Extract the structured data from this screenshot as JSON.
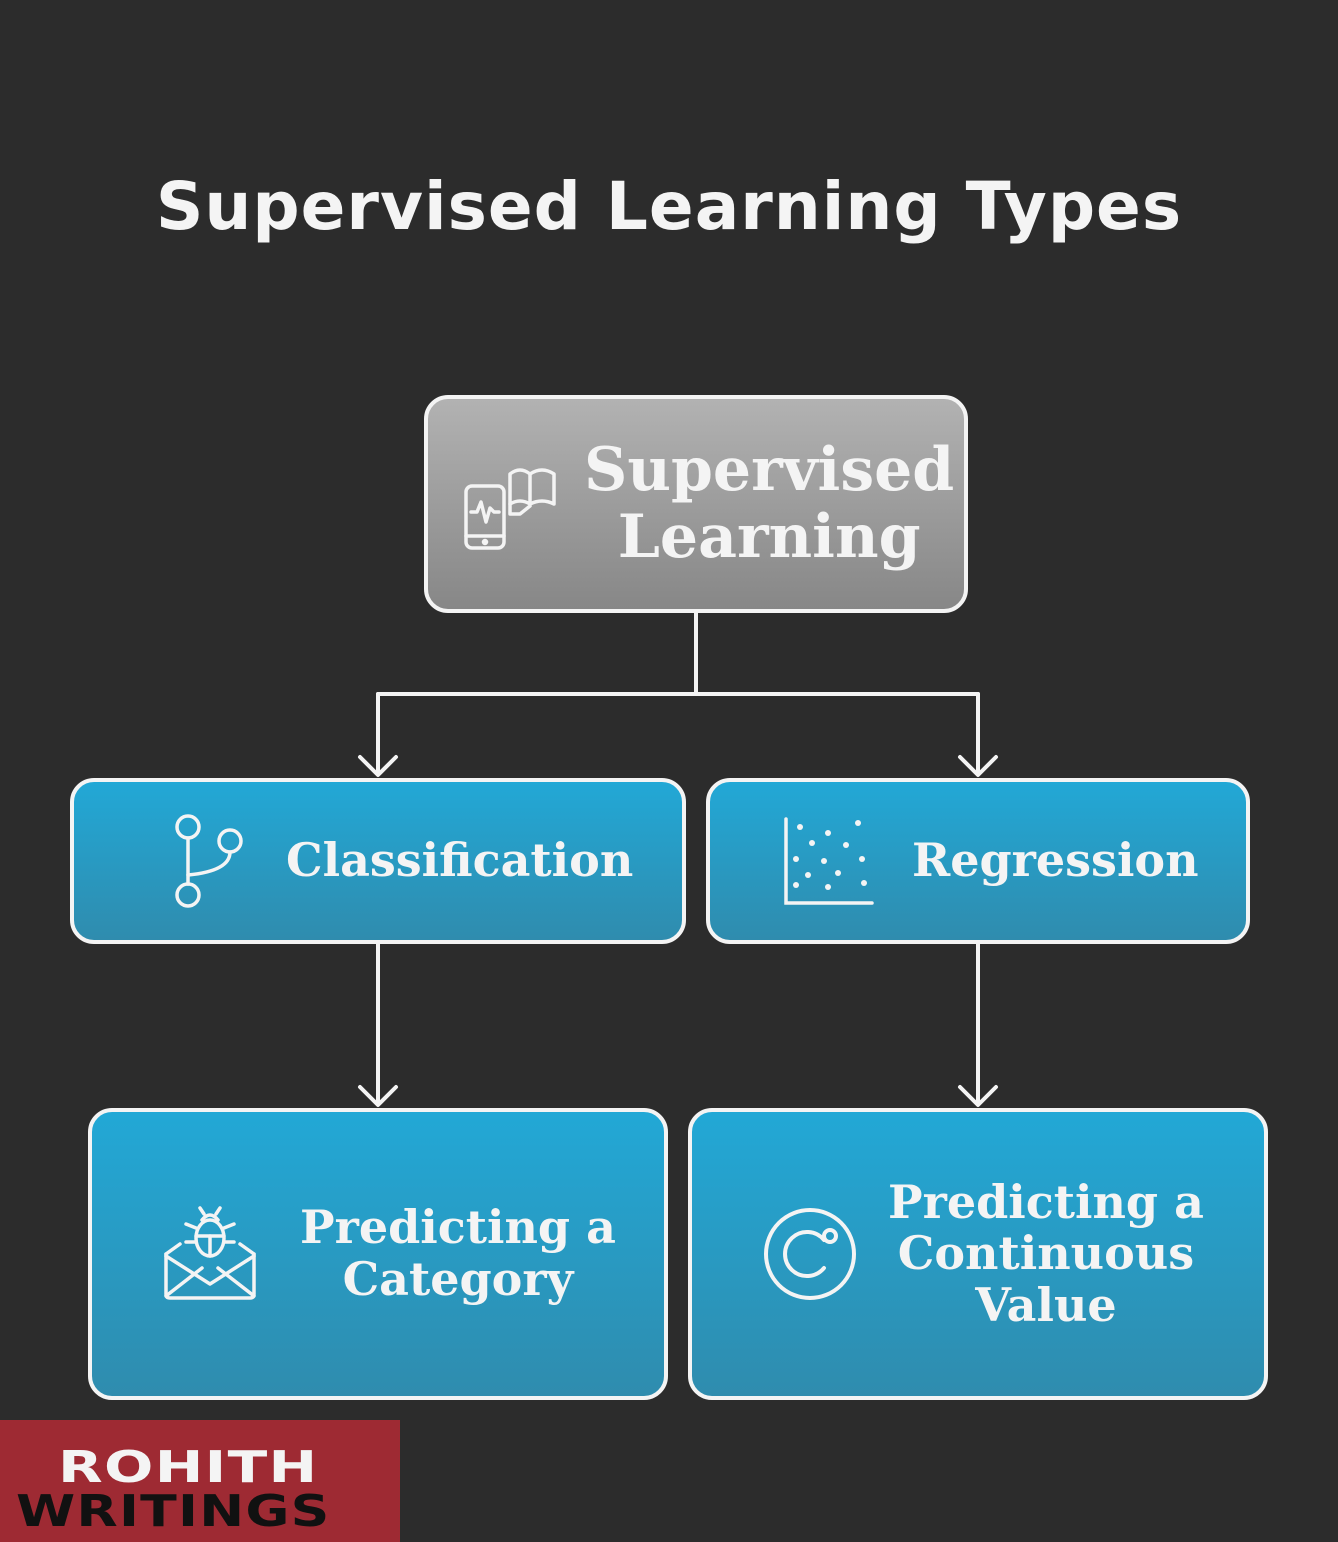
{
  "title": "Supervised Learning Types",
  "root": {
    "label_line1": "Supervised",
    "label_line2": "Learning",
    "icon": "mobile-book-icon"
  },
  "children": [
    {
      "label": "Classification",
      "icon": "branch-icon",
      "child": {
        "label_line1": "Predicting a",
        "label_line2": "Category",
        "icon": "bug-mail-icon"
      }
    },
    {
      "label": "Regression",
      "icon": "scatter-plot-icon",
      "child": {
        "label_line1": "Predicting a",
        "label_line2": "Continuous",
        "label_line3": "Value",
        "icon": "circle-c-icon"
      }
    }
  ],
  "logo": {
    "line1": "ROHITH",
    "line2": "WRITINGS"
  },
  "colors": {
    "background": "#2c2c2c",
    "root_fill": "#9e9e9e",
    "node_fill": "#2aa3cf",
    "logo_bg": "#9e2a33",
    "stroke": "#f4f4f4"
  }
}
